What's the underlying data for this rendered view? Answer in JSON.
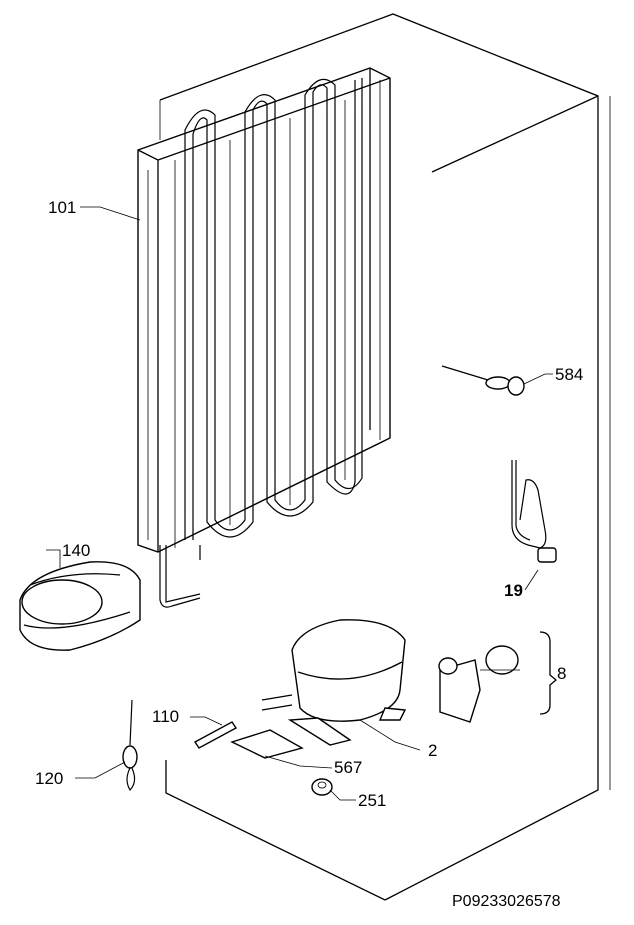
{
  "diagram": {
    "drawing_code": "P09233026578",
    "callouts": {
      "c101": "101",
      "c140": "140",
      "c584": "584",
      "c19": "19",
      "c8": "8",
      "c110": "110",
      "c2": "2",
      "c567": "567",
      "c120": "120",
      "c251": "251"
    }
  }
}
